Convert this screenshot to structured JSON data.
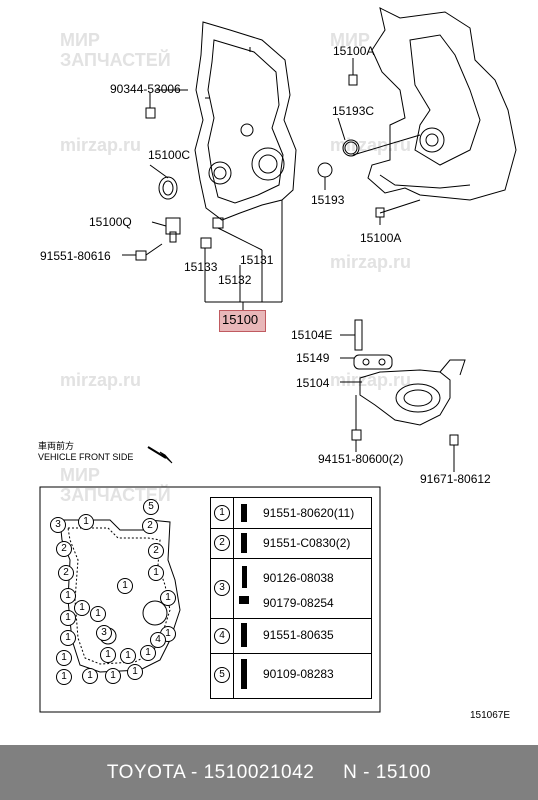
{
  "watermarks": {
    "mir": "МИР",
    "zapchastei": "ЗАПЧАСТЕЙ",
    "site": "mirzap.ru"
  },
  "labels": {
    "p90344": "90344-53006",
    "p15100C": "15100C",
    "p15100Q": "15100Q",
    "p91551_80616": "91551-80616",
    "p15133": "15133",
    "p15132": "15132",
    "p15131": "15131",
    "p15100": "15100",
    "p15100A_top": "15100A",
    "p15193C": "15193C",
    "p15193": "15193",
    "p15100A_bot": "15100A",
    "p15104E": "15104E",
    "p15149": "15149",
    "p15104": "15104",
    "p94151": "94151-80600(2)",
    "p91671": "91671-80612",
    "vehicle_jp": "車両前方",
    "vehicle_en": "VEHICLE FRONT SIDE",
    "fig_code": "151067E"
  },
  "legend": [
    {
      "num": "1",
      "parts": [
        "91551-80620(11)"
      ]
    },
    {
      "num": "2",
      "parts": [
        "91551-C0830(2)"
      ]
    },
    {
      "num": "3",
      "parts": [
        "90126-08038",
        "90179-08254"
      ]
    },
    {
      "num": "4",
      "parts": [
        "91551-80635"
      ]
    },
    {
      "num": "5",
      "parts": [
        "90109-08283"
      ]
    }
  ],
  "gasket_markers": [
    "3",
    "1",
    "2",
    "5",
    "2",
    "2",
    "2",
    "1",
    "1",
    "1",
    "1",
    "1",
    "1",
    "1",
    "1",
    "1",
    "1",
    "1",
    "1",
    "1",
    "1",
    "1",
    "1",
    "1",
    "4",
    "3"
  ],
  "footer": "TOYOTA - 1510021042     N - 15100"
}
